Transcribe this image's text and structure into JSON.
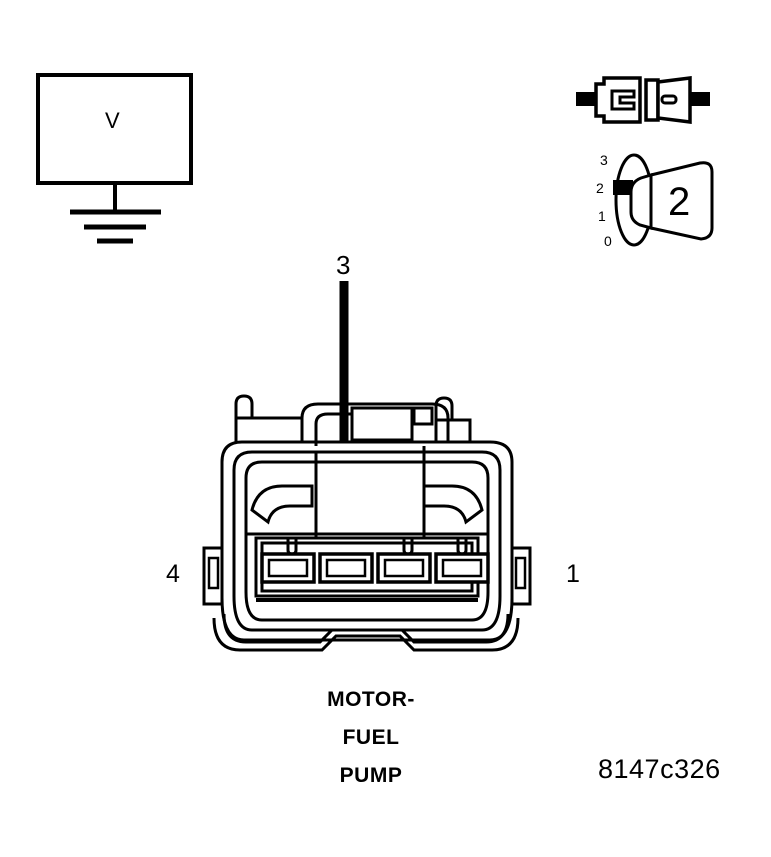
{
  "figure": {
    "id_label": "8147c326",
    "caption_lines": [
      "MOTOR-",
      "FUEL",
      "PUMP"
    ],
    "background_color": "#ffffff",
    "line_color": "#000000"
  },
  "meter": {
    "symbol_label": "V",
    "name": "voltmeter",
    "ground_symbol": "chassis-ground"
  },
  "probe_assembly": {
    "name": "test-lead-connector-pair",
    "parts": [
      "blade-connector",
      "barrel-connector"
    ]
  },
  "dial": {
    "face_label": "2",
    "scale_ticks": [
      "3",
      "2",
      "1",
      "0"
    ],
    "selected_tick": "2"
  },
  "connector": {
    "name": "motor-fuel-pump-connector",
    "cavity_count": 4,
    "pin_left_label": "4",
    "pin_right_label": "1",
    "probed_cavity_index": 2,
    "probed_pin_label": "3"
  },
  "arrow": {
    "label": "3",
    "direction": "down",
    "points_to": "cavity-3"
  }
}
